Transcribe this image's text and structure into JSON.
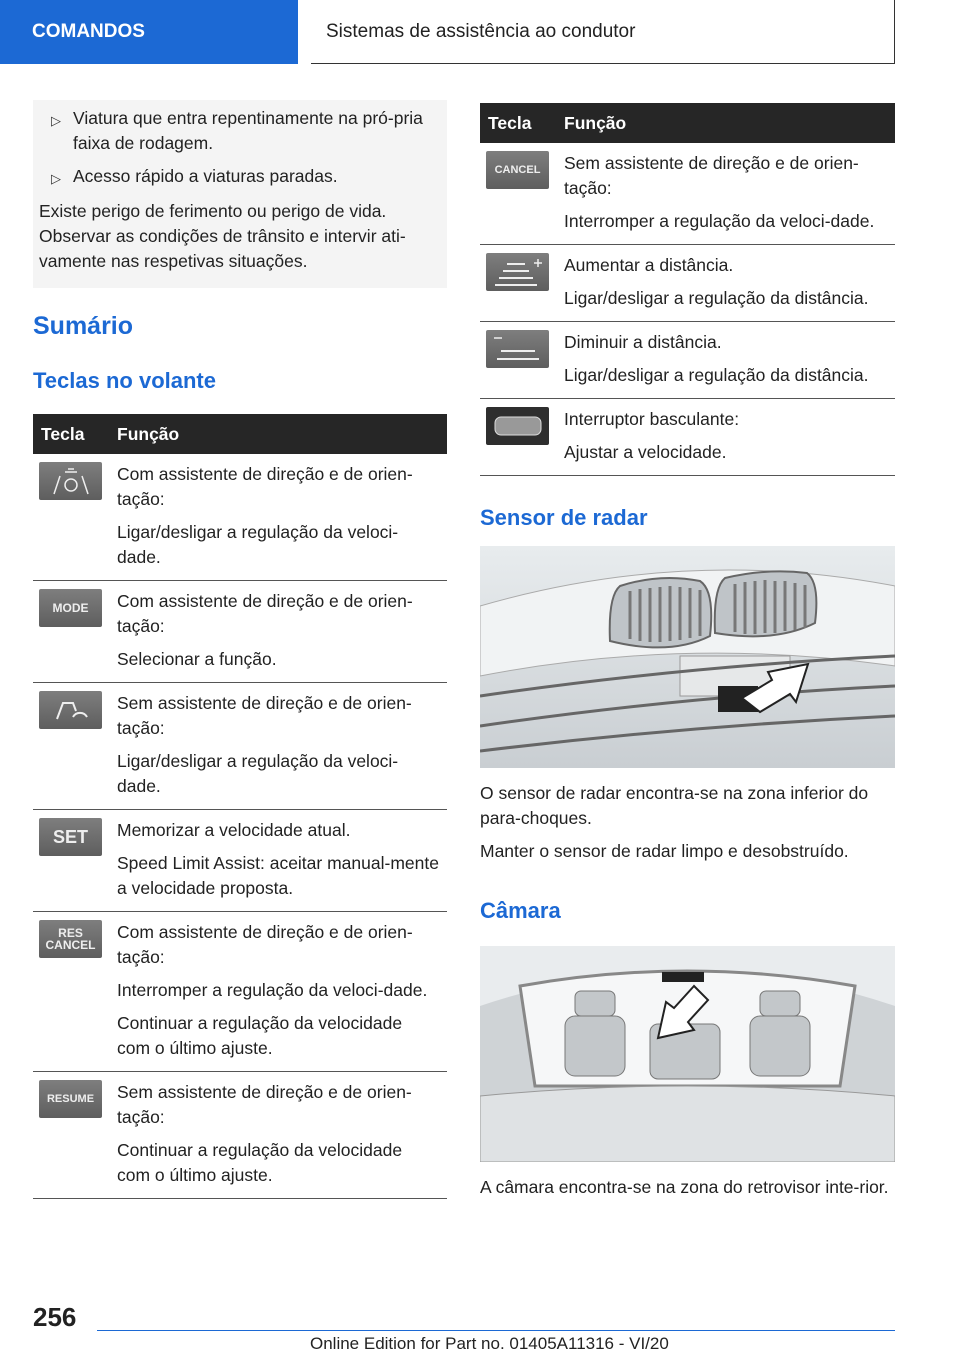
{
  "header": {
    "section": "COMANDOS",
    "title": "Sistemas de assistência ao condutor"
  },
  "warning": {
    "bullets": [
      "Viatura que entra repentinamente na pró-pria faixa de rodagem.",
      "Acesso rápido a viaturas paradas."
    ],
    "text": "Existe perigo de ferimento ou perigo de vida. Observar as condições de trânsito e intervir ati-vamente nas respetivas situações."
  },
  "headings": {
    "summary": "Sumário",
    "wheel_keys": "Teclas no volante",
    "radar": "Sensor de radar",
    "camera": "Câmara"
  },
  "left_table": {
    "col_key": "Tecla",
    "col_function": "Função",
    "rows": [
      {
        "icon": "steering-assist-icon",
        "lines": [
          "Com assistente de direção e de orien-tação:",
          "Ligar/desligar a regulação da veloci-dade."
        ]
      },
      {
        "icon": "mode-button-icon",
        "icon_text": "MODE",
        "lines": [
          "Com assistente de direção e de orien-tação:",
          "Selecionar a função."
        ]
      },
      {
        "icon": "speed-control-icon",
        "lines": [
          "Sem assistente de direção e de orien-tação:",
          "Ligar/desligar a regulação da veloci-dade."
        ]
      },
      {
        "icon": "set-button-icon",
        "icon_text": "SET",
        "lines": [
          "Memorizar a velocidade atual.",
          "Speed Limit Assist: aceitar manual-mente a velocidade proposta."
        ]
      },
      {
        "icon": "res-cancel-button-icon",
        "icon_text": "RES CANCEL",
        "lines": [
          "Com assistente de direção e de orien-tação:",
          "Interromper a regulação da veloci-dade.",
          "Continuar a regulação da velocidade com o último ajuste."
        ]
      },
      {
        "icon": "resume-button-icon",
        "icon_text": "RESUME",
        "lines": [
          "Sem assistente de direção e de orien-tação:",
          "Continuar a regulação da velocidade com o último ajuste."
        ]
      }
    ]
  },
  "right_table": {
    "col_key": "Tecla",
    "col_function": "Função",
    "rows": [
      {
        "icon": "cancel-button-icon",
        "icon_text": "CANCEL",
        "lines": [
          "Sem assistente de direção e de orien-tação:",
          "Interromper a regulação da veloci-dade."
        ]
      },
      {
        "icon": "distance-increase-icon",
        "lines": [
          "Aumentar a distância.",
          "Ligar/desligar a regulação da distância."
        ]
      },
      {
        "icon": "distance-decrease-icon",
        "lines": [
          "Diminuir a distância.",
          "Ligar/desligar a regulação da distância."
        ]
      },
      {
        "icon": "rocker-switch-icon",
        "lines": [
          "Interruptor basculante:",
          "Ajustar a velocidade."
        ]
      }
    ]
  },
  "radar": {
    "p1": "O sensor de radar encontra-se na zona inferior do para-choques.",
    "p2": "Manter o sensor de radar limpo e desobstruído."
  },
  "camera": {
    "p1": "A câmara encontra-se na zona do retrovisor inte-rior."
  },
  "footer": {
    "page": "256",
    "edition": "Online Edition for Part no. 01405A11316 - VI/20"
  }
}
